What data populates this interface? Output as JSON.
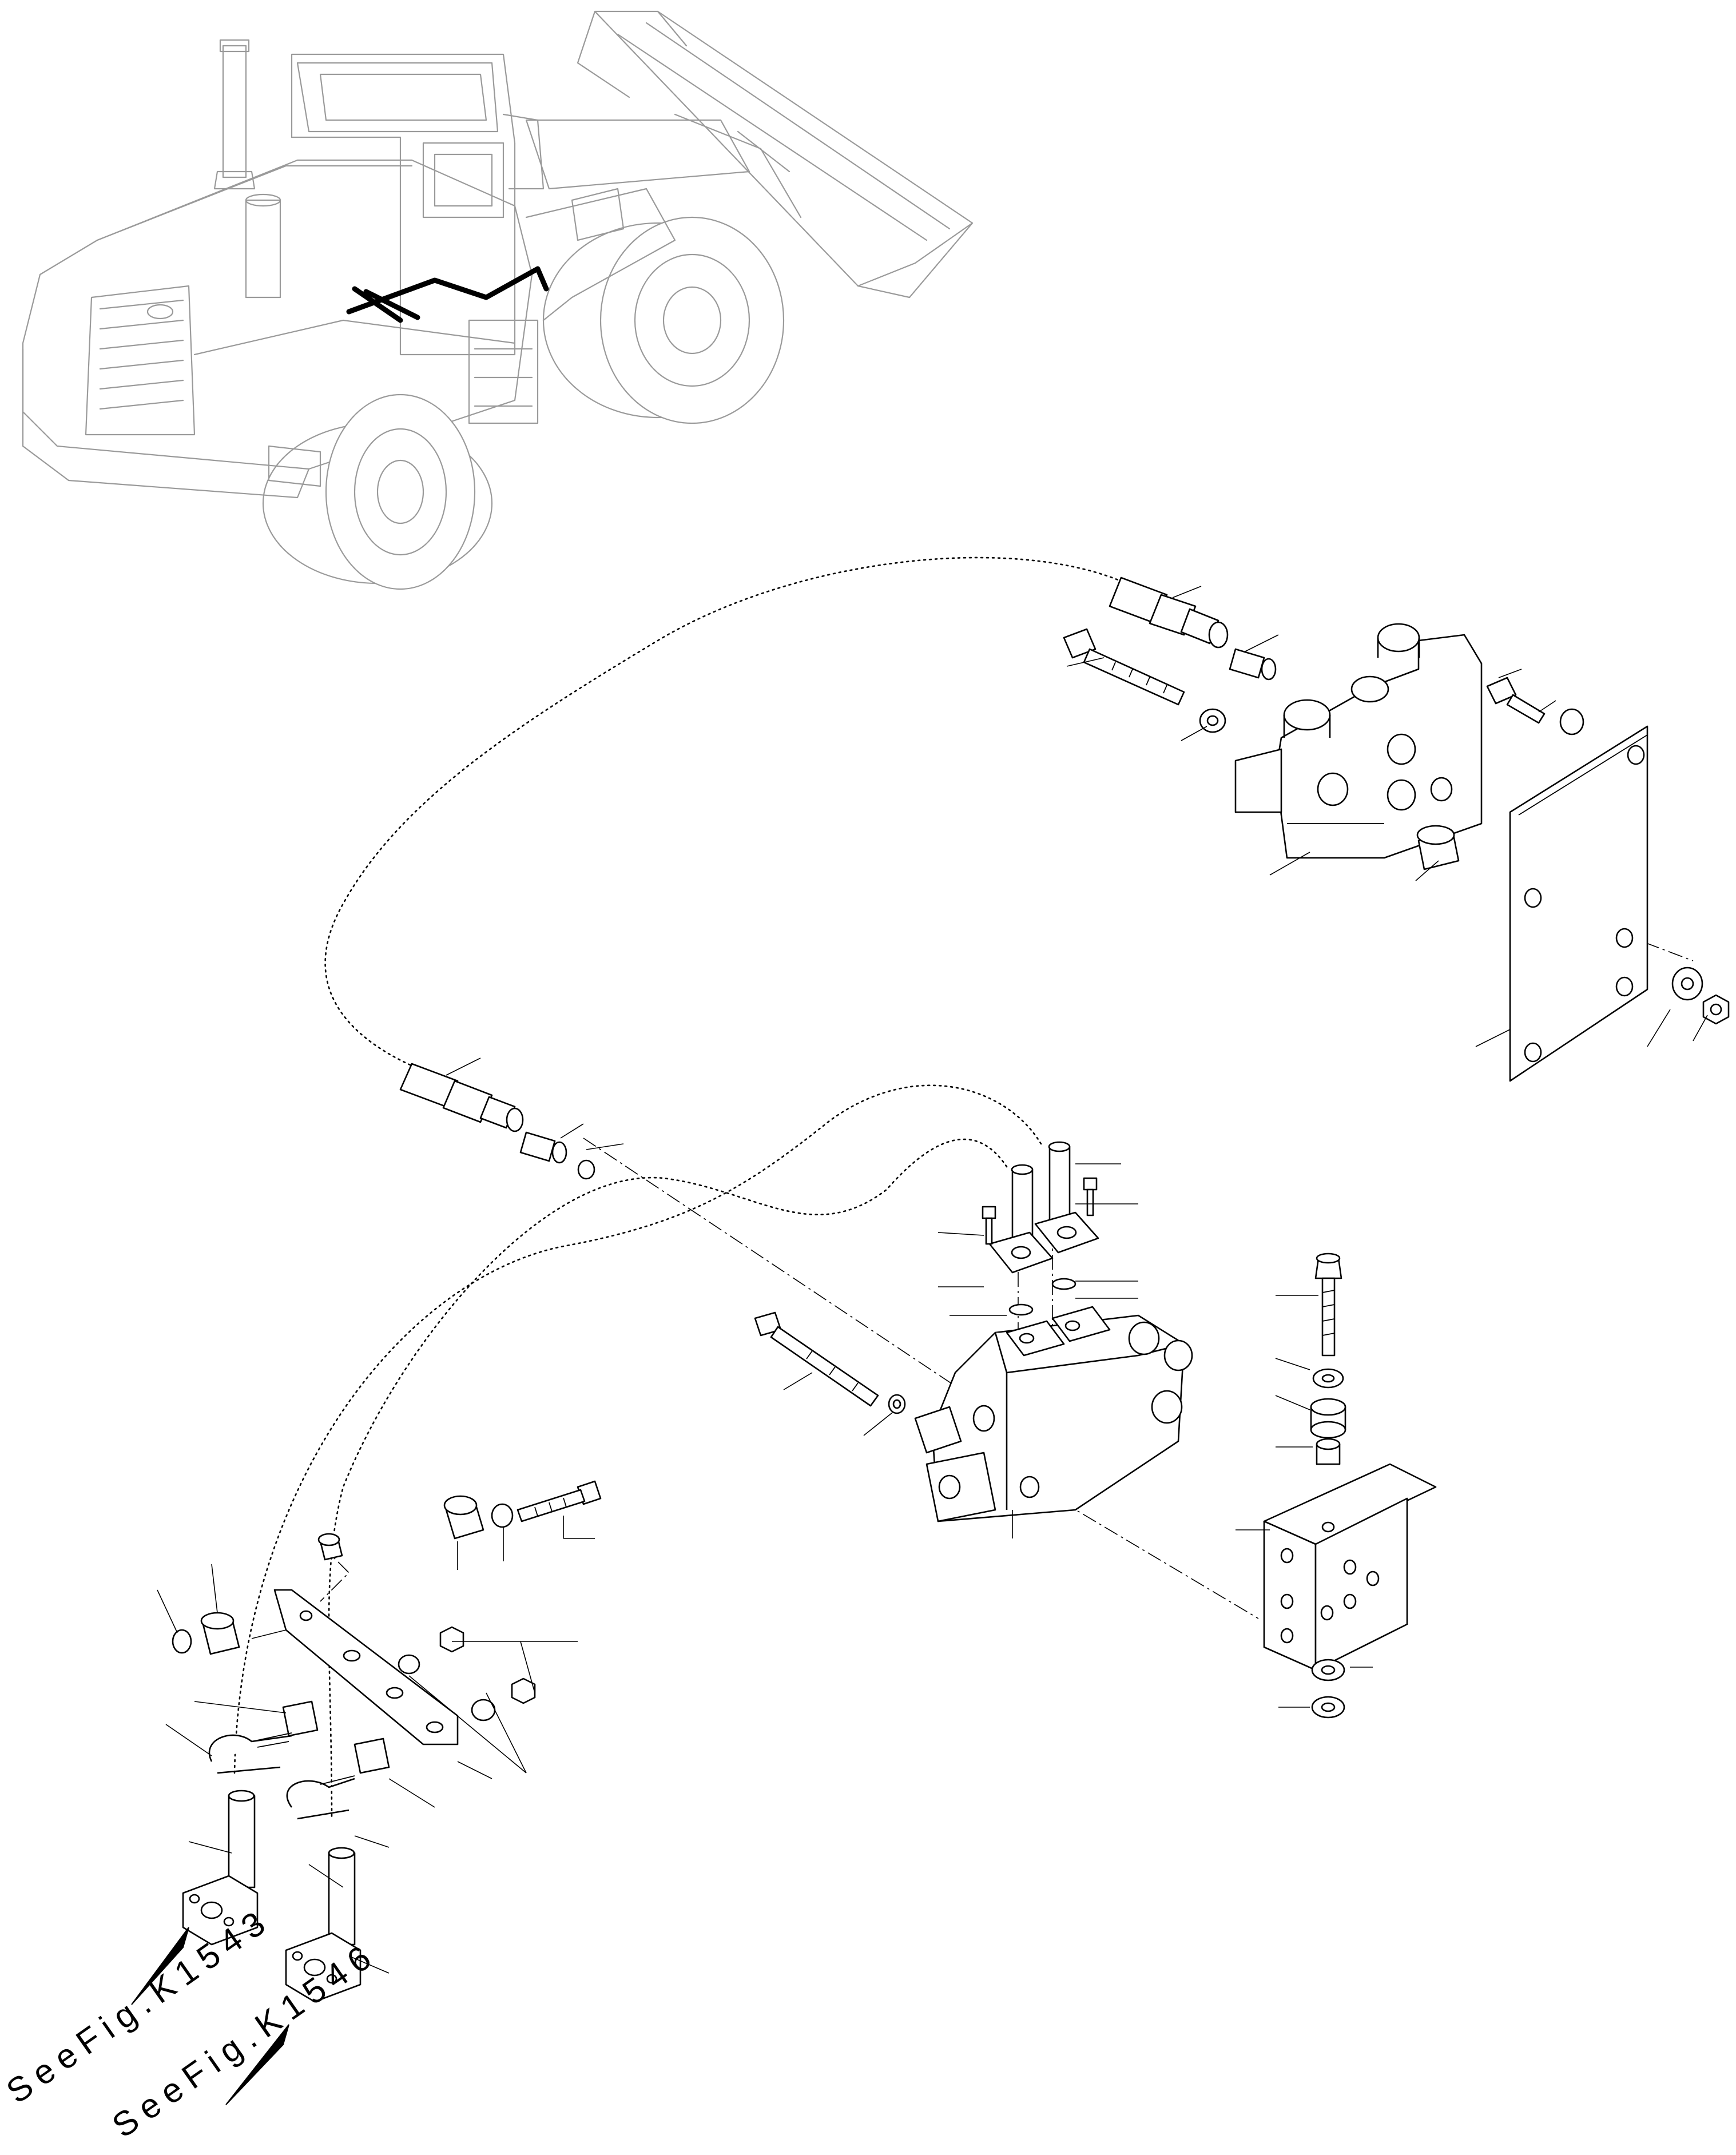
{
  "references": [
    {
      "label": "See Fig. K1543",
      "text": "SeeFig.K1543"
    },
    {
      "label": "See Fig. K1546",
      "text": "SeeFig.K1546"
    }
  ],
  "icons": {
    "machine": "wheel-loader-icon",
    "arrow": "reference-arrow-icon"
  },
  "colors": {
    "line": "#000000",
    "machine_outline": "#9a9a9a",
    "background": "#ffffff"
  }
}
